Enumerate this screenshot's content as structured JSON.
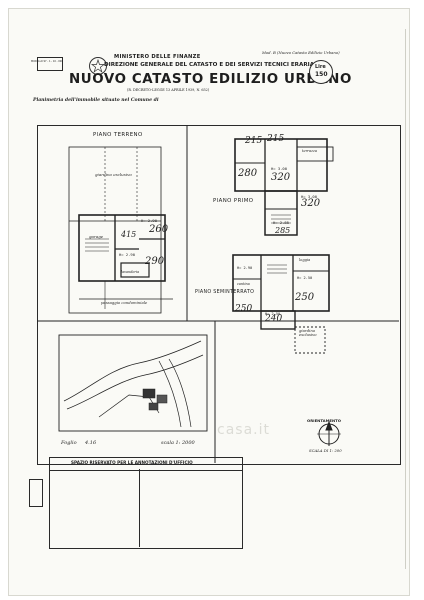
{
  "header": {
    "model_stamp": "MODELLO 97 - 1 - 10 - 000",
    "ministry": "MINISTERO DELLE FINANZE",
    "directorate": "DIREZIONE GENERALE DEL CATASTO E DEI SERVIZI TECNICI ERARIALI",
    "title": "NUOVO CATASTO EDILIZIO URBANO",
    "decree": "(R. DECRETO-LEGGE 13 APRILE 1939, N. 652)",
    "form_note": "Mod. B (Nuovo Catasto Edilizio Urbano)",
    "price_label": "Lire",
    "price_value": "150",
    "planimetry_caption": "Planimetria dell'immobile situato nel Comune di"
  },
  "plans": {
    "ground_floor": "PIANO TERRENO",
    "first_floor": "PIANO PRIMO",
    "semi_basement": "PIANO SEMINTERRATO",
    "garden_left": "giardino esclusivo",
    "garden_right": "giardino esclusivo",
    "shared_passage": "passaggio condominiale",
    "garage": "garage",
    "terrace": "terrazza",
    "loggia": "loggia",
    "laundry": "lavanderia",
    "cellar": "cantina",
    "h1": "H= 2.90",
    "h2": "H= 2.90",
    "h3": "H= 3.00",
    "h4": "H= 3.00",
    "h5": "H= 2.85",
    "h6": "H= 2.90",
    "h7": "H= 2.50",
    "h8": "H= 2.50",
    "hw1": "260",
    "hw2": "290",
    "hw3": "415",
    "hw4": "280",
    "hw5": "320",
    "hw6": "320",
    "hw7": "285",
    "hw8": "250",
    "hw9": "250",
    "hw10": "240",
    "hw11": "215",
    "hw12": "215"
  },
  "map": {
    "sheet_label": "Foglio",
    "sheet_number": "4.16",
    "scale": "scala 1: 2000"
  },
  "orientation": {
    "label": "ORIENTAMENTO",
    "scale": "SCALA DI 1: 200"
  },
  "office": {
    "reserved": "SPAZIO RISERVATO PER LE ANNOTAZIONI D'UFFICIO"
  },
  "watermark": "casa.it"
}
